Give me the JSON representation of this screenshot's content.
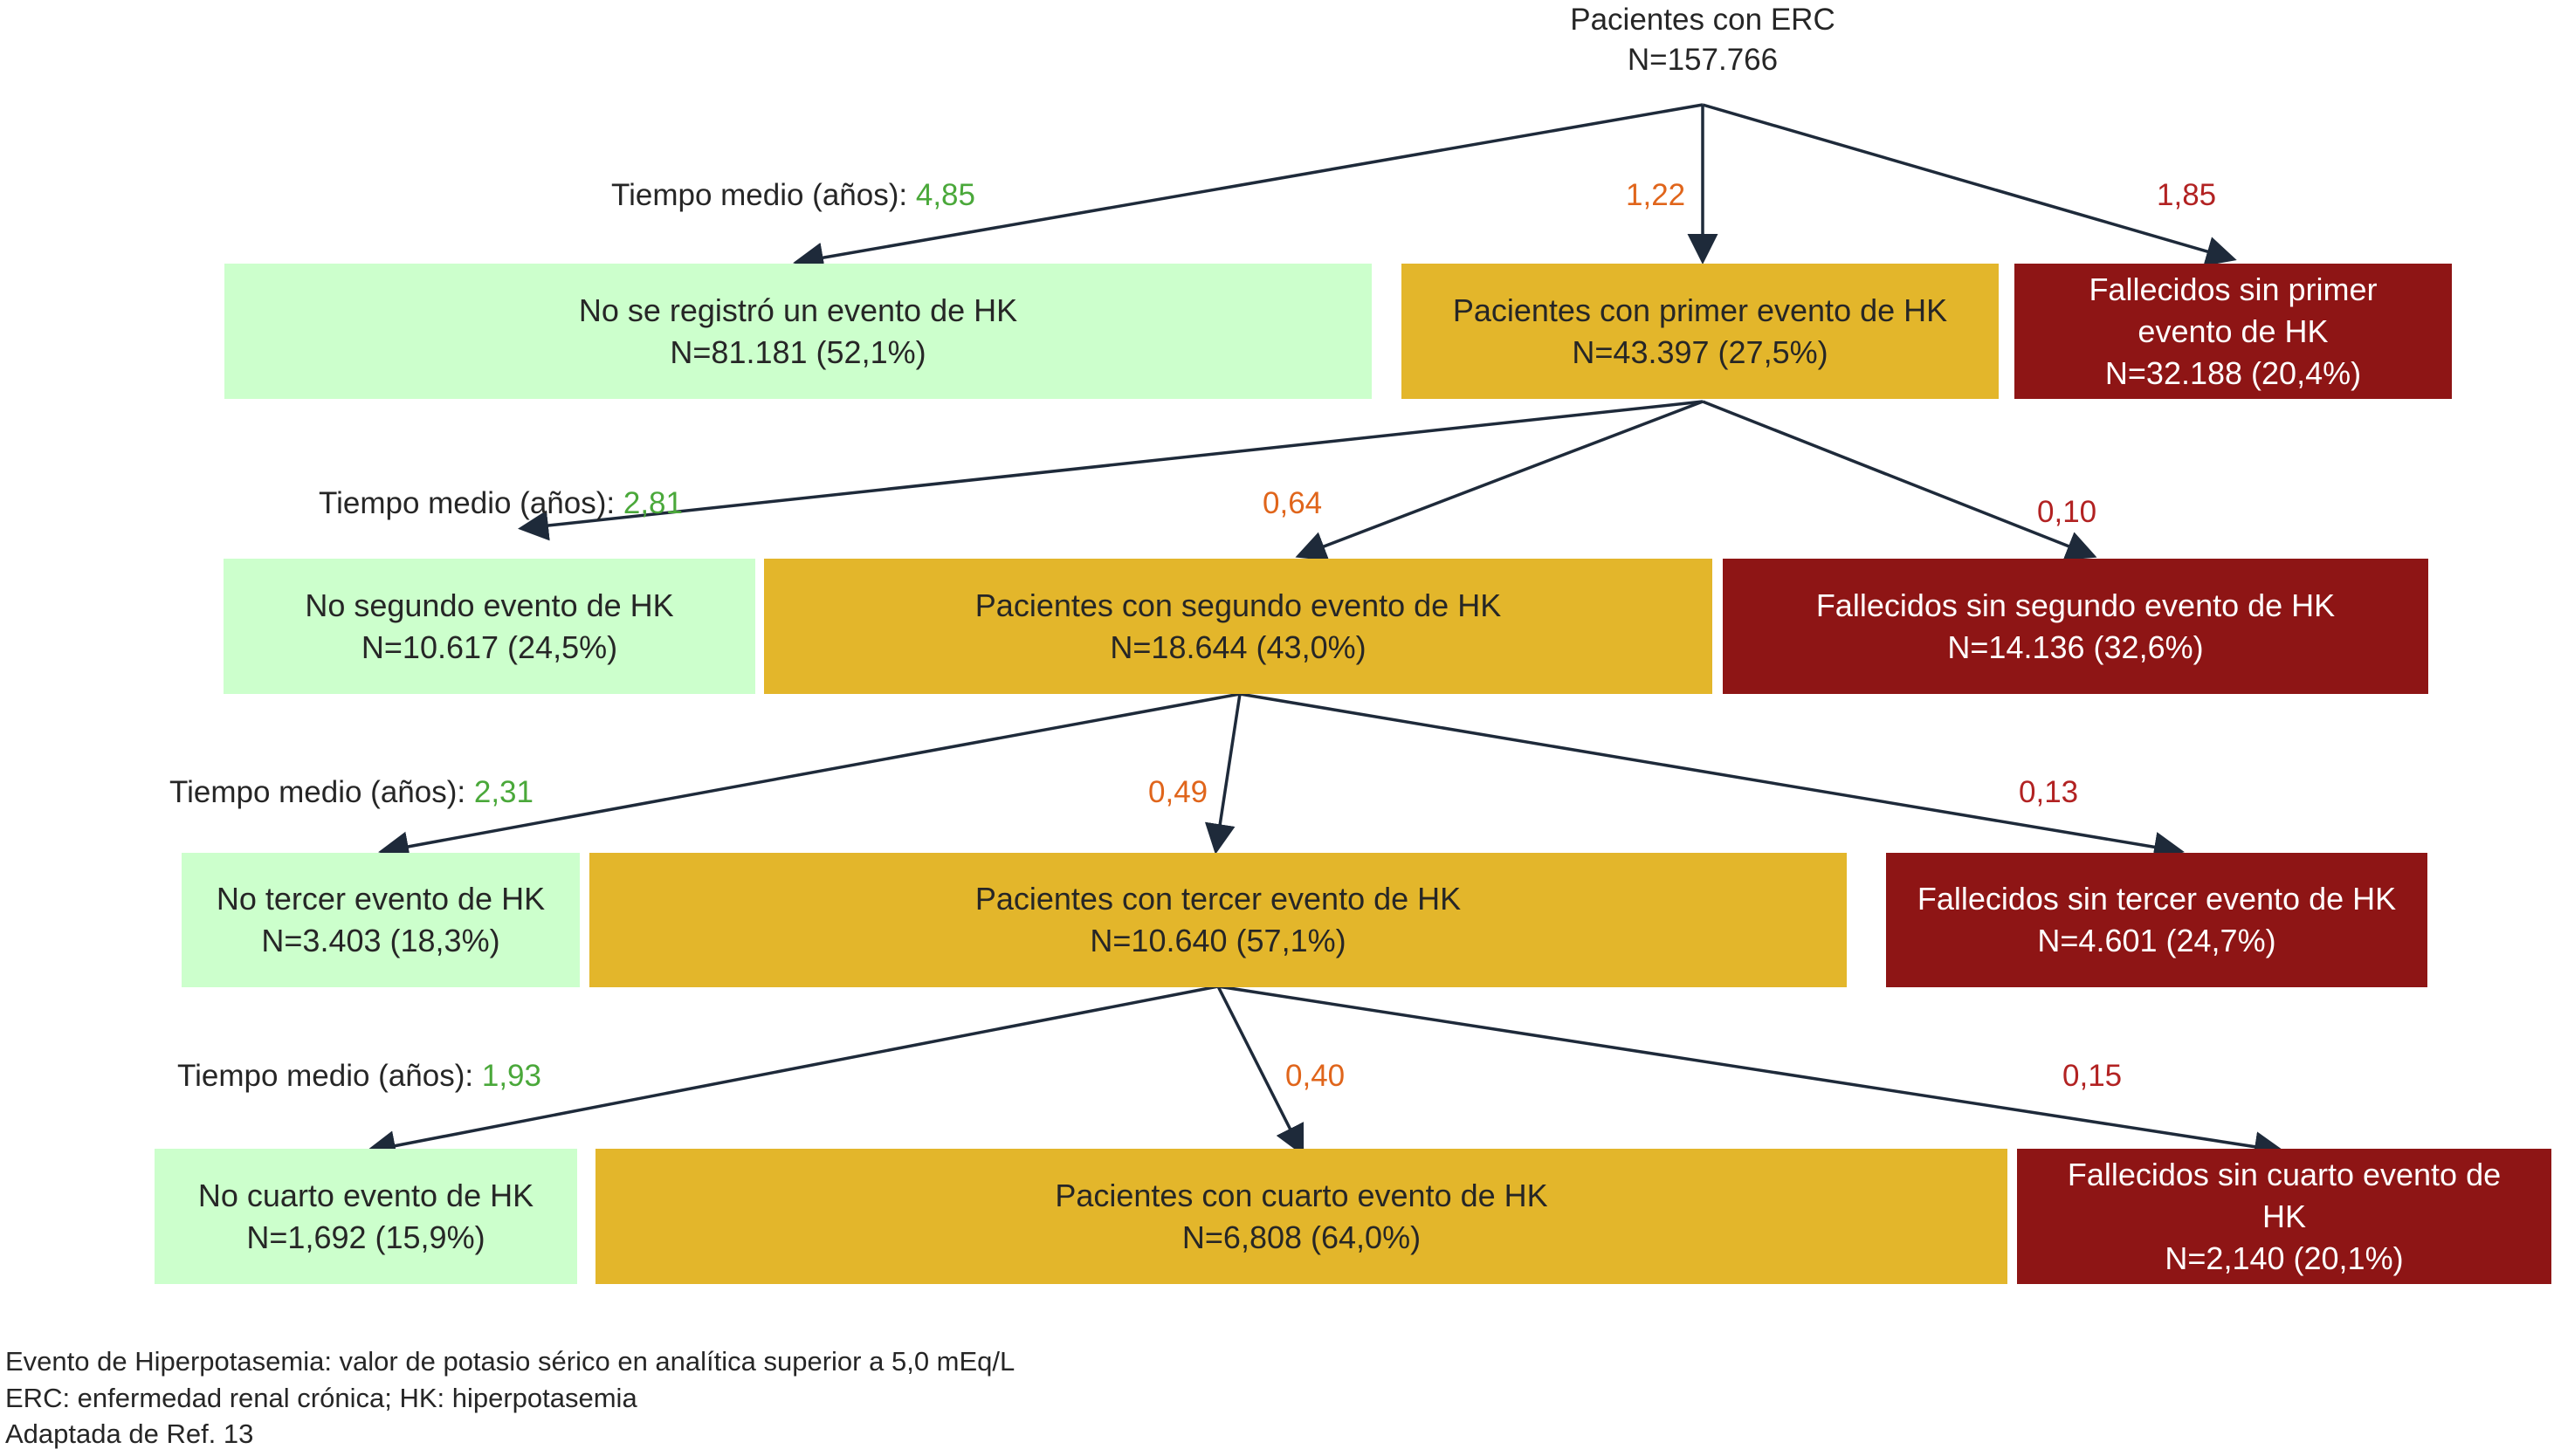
{
  "root": {
    "line1": "Pacientes con ERC",
    "line2": "N=157.766"
  },
  "tiempo_label": "Tiempo medio (años):",
  "levels": [
    {
      "times": {
        "none": "4,85",
        "event": "1,22",
        "dead": "1,85"
      },
      "none": {
        "line1": "No se registró un evento de HK",
        "line2": "N=81.181 (52,1%)"
      },
      "event": {
        "line1": "Pacientes con primer evento de HK",
        "line2": "N=43.397 (27,5%)"
      },
      "dead": {
        "line1": "Fallecidos  sin primer",
        "line2": "evento de HK",
        "line3": "N=32.188 (20,4%)"
      }
    },
    {
      "times": {
        "none": "2,81",
        "event": "0,64",
        "dead": "0,10"
      },
      "none": {
        "line1": "No segundo evento de HK",
        "line2": "N=10.617 (24,5%)"
      },
      "event": {
        "line1": "Pacientes con segundo evento de HK",
        "line2": "N=18.644 (43,0%)"
      },
      "dead": {
        "line1": "Fallecidos sin segundo evento de HK",
        "line2": "N=14.136 (32,6%)"
      }
    },
    {
      "times": {
        "none": "2,31",
        "event": "0,49",
        "dead": "0,13"
      },
      "none": {
        "line1": "No tercer evento de HK",
        "line2": "N=3.403 (18,3%)"
      },
      "event": {
        "line1": "Pacientes con tercer evento de HK",
        "line2": "N=10.640 (57,1%)"
      },
      "dead": {
        "line1": "Fallecidos sin tercer evento de HK",
        "line2": "N=4.601 (24,7%)"
      }
    },
    {
      "times": {
        "none": "1,93",
        "event": "0,40",
        "dead": "0,15"
      },
      "none": {
        "line1": "No cuarto evento de HK",
        "line2": "N=1,692 (15,9%)"
      },
      "event": {
        "line1": "Pacientes con cuarto evento de HK",
        "line2": "N=6,808 (64,0%)"
      },
      "dead": {
        "line1": "Fallecidos sin cuarto evento de",
        "line2": "HK",
        "line3": "N=2,140 (20,1%)"
      }
    }
  ],
  "footnotes": [
    "Evento de Hiperpotasemia: valor de potasio sérico en analítica superior a 5,0 mEq/L",
    "ERC: enfermedad renal crónica; HK: hiperpotasemia",
    "Adaptada de Ref. 13"
  ],
  "colors": {
    "none": "#ccffcc",
    "event": "#e3b62b",
    "dead": "#8e1515",
    "time_none": "#4aa83a",
    "time_event": "#e0651b",
    "time_dead": "#b22222"
  }
}
